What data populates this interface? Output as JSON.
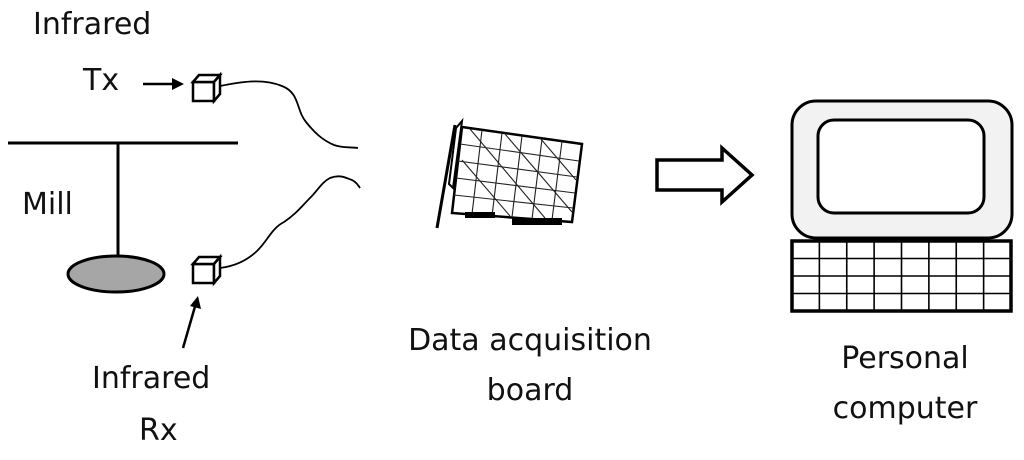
{
  "labels": {
    "infrared_tx_line1": "Infrared",
    "infrared_tx_line2": "Tx",
    "mill": "Mill",
    "infrared_rx_line1": "Infrared",
    "infrared_rx_line2": "Rx",
    "daq_line1": "Data acquisition",
    "daq_line2": "board",
    "pc_line1": "Personal",
    "pc_line2": "computer"
  },
  "colors": {
    "stroke": "#000000",
    "mill_disk": "#a6a6a6",
    "monitor_bezel": "#f2f2f2"
  }
}
